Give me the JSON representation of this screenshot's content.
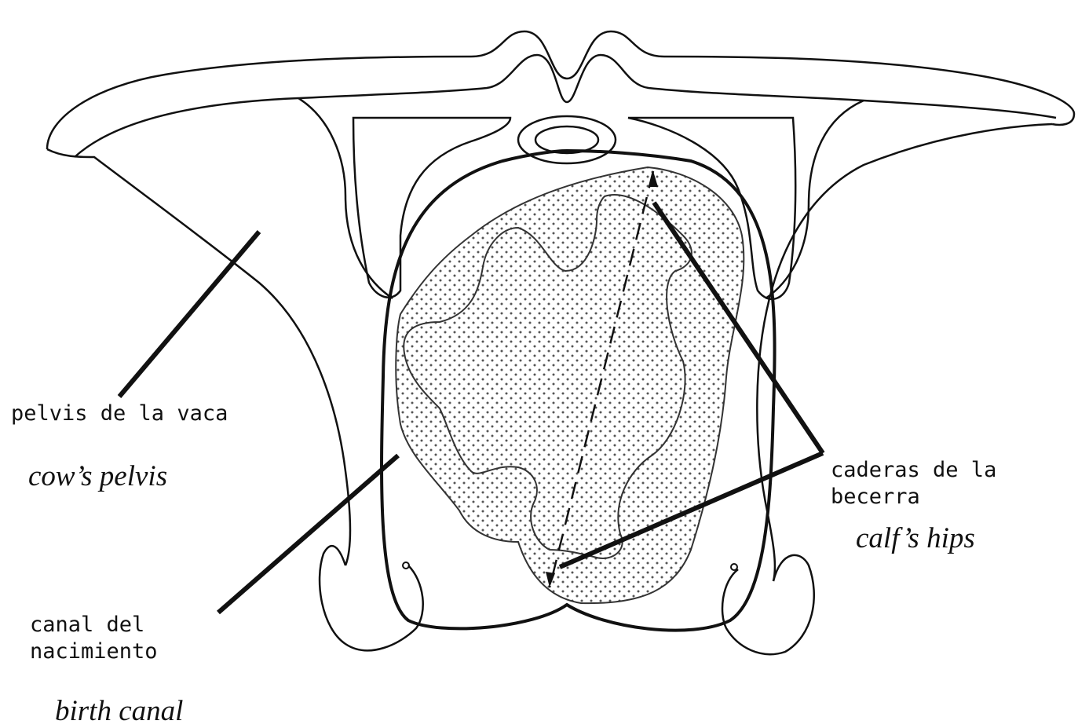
{
  "labels": {
    "cow_pelvis_es": "pelvis de la vaca",
    "cow_pelvis_en": "cow’s pelvis",
    "calf_hips_es_line1": "caderas de la",
    "calf_hips_es_line2": "becerra",
    "calf_hips_en": "calf’s hips",
    "birth_canal_es_line1": "canal del",
    "birth_canal_es_line2": "nacimiento",
    "birth_canal_en": "birth canal"
  },
  "colors": {
    "stroke": "#111111",
    "stipple": "#555555",
    "background": "#ffffff"
  }
}
